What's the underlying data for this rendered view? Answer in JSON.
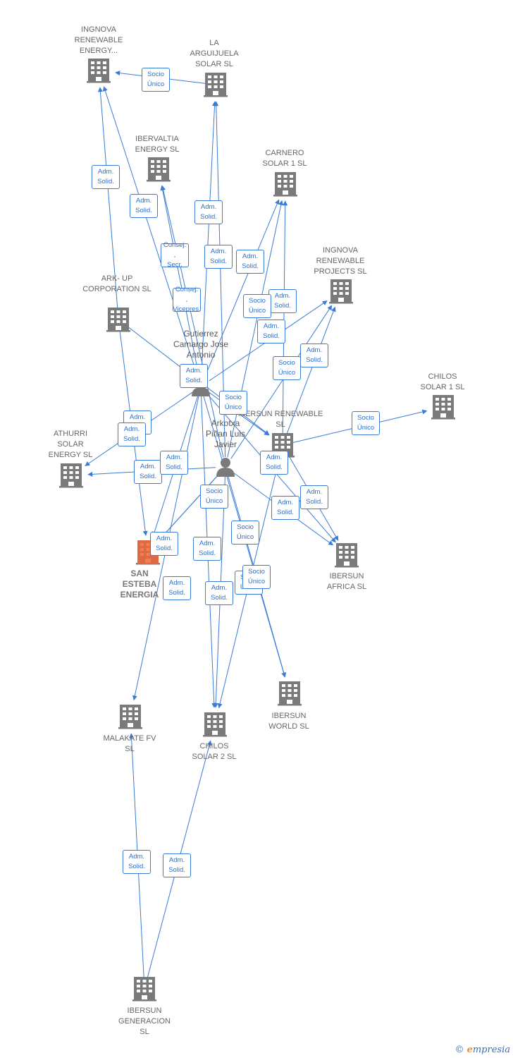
{
  "nodes": [
    {
      "id": "ingnova_energy",
      "label": "INGNOVA RENEWABLE ENERGY...",
      "kind": "company"
    },
    {
      "id": "arguijuela",
      "label": "LA ARGUIJUELA SOLAR SL",
      "kind": "company"
    },
    {
      "id": "ibervaltia",
      "label": "IBERVALTIA ENERGY SL",
      "kind": "company"
    },
    {
      "id": "carnero",
      "label": "CARNERO SOLAR 1 SL",
      "kind": "company"
    },
    {
      "id": "ingnova_projects",
      "label": "INGNOVA RENEWABLE PROJECTS SL",
      "kind": "company"
    },
    {
      "id": "arkup",
      "label": "ARK- UP CORPORATION SL",
      "kind": "company"
    },
    {
      "id": "gutierrez",
      "label": "Gutierrez Camargo Jose Antonio",
      "kind": "person"
    },
    {
      "id": "chilos1",
      "label": "CHILOS SOLAR 1 SL",
      "kind": "company"
    },
    {
      "id": "ibersun_renewable",
      "label": "IBERSUN RENEWABLE SL",
      "kind": "company"
    },
    {
      "id": "arkotxa",
      "label": "Arkotxa Piñan Luis Javier",
      "kind": "person"
    },
    {
      "id": "athurri",
      "label": "ATHURRI SOLAR ENERGY SL",
      "kind": "company"
    },
    {
      "id": "san_esteban",
      "label": "SAN ESTEBA ENERGIA",
      "kind": "focus"
    },
    {
      "id": "ibersun_africa",
      "label": "IBERSUN AFRICA SL",
      "kind": "company"
    },
    {
      "id": "ibersun_world",
      "label": "IBERSUN WORLD SL",
      "kind": "company"
    },
    {
      "id": "malakate",
      "label": "MALAKATE FV SL",
      "kind": "company"
    },
    {
      "id": "chilos2",
      "label": "CHILOS SOLAR 2 SL",
      "kind": "company"
    },
    {
      "id": "ibersun_generacion",
      "label": "IBERSUN GENERACION SL",
      "kind": "company"
    }
  ],
  "edges": [
    {
      "from": "arguijuela",
      "to": "ingnova_energy",
      "label": "Socio Único"
    },
    {
      "from": "arkup",
      "to": "ingnova_energy",
      "label": "Adm. Solid."
    },
    {
      "from": "gutierrez",
      "to": "ingnova_energy",
      "label": "Adm. Solid."
    },
    {
      "from": "gutierrez",
      "to": "ibervaltia",
      "label": "Consej. , Secr."
    },
    {
      "from": "arkotxa",
      "to": "ibervaltia",
      "label": "Consej. , Vicepres."
    },
    {
      "from": "gutierrez",
      "to": "arguijuela",
      "label": "Adm. Solid."
    },
    {
      "from": "arkotxa",
      "to": "arguijuela",
      "label": "Adm. Solid."
    },
    {
      "from": "gutierrez",
      "to": "carnero",
      "label": "Adm. Solid."
    },
    {
      "from": "arkotxa",
      "to": "carnero",
      "label": "Adm. Solid."
    },
    {
      "from": "ibersun_renewable",
      "to": "carnero",
      "label": "Socio Único"
    },
    {
      "from": "gutierrez",
      "to": "ingnova_projects",
      "label": "Adm. Solid."
    },
    {
      "from": "arkotxa",
      "to": "ingnova_projects",
      "label": "Adm. Solid."
    },
    {
      "from": "ibersun_renewable",
      "to": "ingnova_projects",
      "label": "Socio Único"
    },
    {
      "from": "arkup",
      "to": "ibersun_renewable",
      "label": "Adm. Solid."
    },
    {
      "from": "gutierrez",
      "to": "ibersun_renewable",
      "label": "Adm. Solid."
    },
    {
      "from": "ibersun_renewable",
      "to": "chilos1",
      "label": "Socio Único"
    },
    {
      "from": "gutierrez",
      "to": "athurri",
      "label": "Adm. Solid."
    },
    {
      "from": "arkotxa",
      "to": "athurri",
      "label": "Adm. Solid."
    },
    {
      "from": "arkup",
      "to": "san_esteban",
      "label": "Adm. Solid."
    },
    {
      "from": "gutierrez",
      "to": "san_esteban",
      "label": "Adm. Solid."
    },
    {
      "from": "arkotxa",
      "to": "san_esteban",
      "label": "Adm. Solid."
    },
    {
      "from": "gutierrez",
      "to": "ibersun_africa",
      "label": "Adm. Solid."
    },
    {
      "from": "arkotxa",
      "to": "ibersun_africa",
      "label": "Adm. Solid."
    },
    {
      "from": "ibersun_renewable",
      "to": "ibersun_africa",
      "label": "Socio Único"
    },
    {
      "from": "arkotxa",
      "to": "san_esteban",
      "label": "Socio Único"
    },
    {
      "from": "gutierrez",
      "to": "ibersun_world",
      "label": "Adm. Solid."
    },
    {
      "from": "arkotxa",
      "to": "ibersun_world",
      "label": "Adm. Solid."
    },
    {
      "from": "ibersun_renewable",
      "to": "chilos2",
      "label": "Socio Único"
    },
    {
      "from": "gutierrez",
      "to": "malakate",
      "label": "Adm. Solid."
    },
    {
      "from": "gutierrez",
      "to": "chilos2",
      "label": "Adm. Solid."
    },
    {
      "from": "arkotxa",
      "to": "chilos2",
      "label": "Adm. Solid."
    },
    {
      "from": "ibersun_generacion",
      "to": "malakate",
      "label": "Socio Único"
    },
    {
      "from": "ibersun_generacion",
      "to": "chilos2",
      "label": "Socio Único"
    }
  ],
  "colors": {
    "edge": "#3a7bd5",
    "company": "#7a7a7a",
    "focus": "#f0663a",
    "person": "#7a7a7a"
  },
  "footer": {
    "symbol": "©",
    "brand_initial": "e",
    "brand_rest": "mpresia"
  }
}
